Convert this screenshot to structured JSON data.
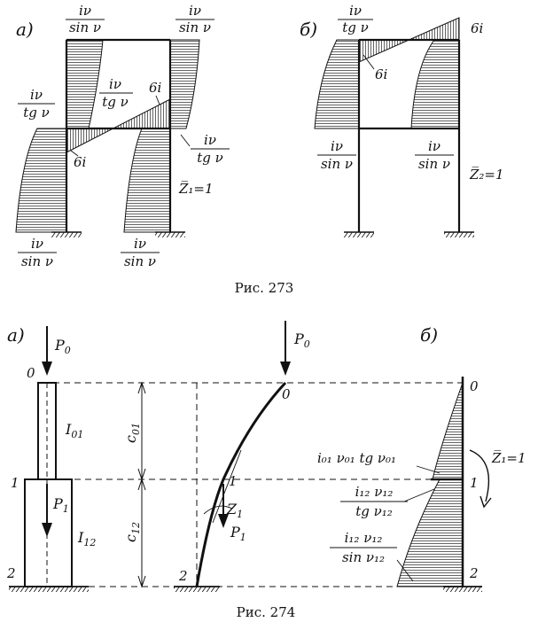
{
  "fig273": {
    "caption": "Рис. 273",
    "a": {
      "panel_label": "a)",
      "z_label": "Z̅₁=1",
      "labels": {
        "top_left_num": "iν",
        "top_left_den": "sin ν",
        "top_right_num": "iν",
        "top_right_den": "sin ν",
        "left_joint_num": "iν",
        "left_joint_den": "tg ν",
        "mid_num": "iν",
        "mid_den": "tg ν",
        "six_i_upper": "6i",
        "six_i_lower": "6i",
        "right_joint_num": "iν",
        "right_joint_den": "tg ν",
        "bot_left_num": "iν",
        "bot_left_den": "sin ν",
        "bot_mid_num": "iν",
        "bot_mid_den": "sin ν"
      }
    },
    "b": {
      "panel_label": "б)",
      "z_label": "Z̅₂=1",
      "labels": {
        "top_num": "iν",
        "top_den": "tg ν",
        "six_i_right": "6i",
        "six_i_mid": "6i",
        "bot_left_num": "iν",
        "bot_left_den": "sin ν",
        "bot_right_num": "iν",
        "bot_right_den": "sin ν"
      }
    }
  },
  "fig274": {
    "caption": "Рис. 274",
    "a": {
      "panel_label": "a)",
      "p0": "P",
      "p0_sub": "0",
      "p1": "P",
      "p1_sub": "1",
      "node0": "0",
      "node1": "1",
      "node2": "2",
      "i01": "I",
      "i01_sub": "01",
      "i12": "I",
      "i12_sub": "12",
      "c01": "c",
      "c01_sub": "01",
      "c12": "c",
      "c12_sub": "12"
    },
    "deflected": {
      "p0": "P",
      "p0_sub": "0",
      "p1": "P",
      "p1_sub": "1",
      "node0": "0",
      "node1": "1",
      "node2": "2",
      "z1": "Z",
      "z1_sub": "1"
    },
    "b": {
      "panel_label": "б)",
      "node0": "0",
      "node1": "1",
      "node2": "2",
      "z_label": "Z̅₁=1",
      "label1": "i₀₁ ν₀₁ tg ν₀₁",
      "label2_num": "i₁₂ ν₁₂",
      "label2_den": "tg ν₁₂",
      "label3_num": "i₁₂ ν₁₂",
      "label3_den": "sin ν₁₂"
    }
  }
}
